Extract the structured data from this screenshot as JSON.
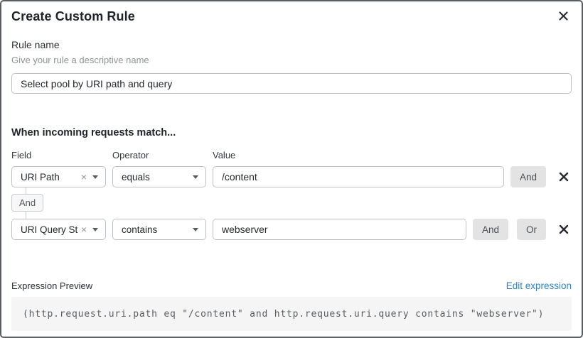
{
  "dialog": {
    "title": "Create Custom Rule"
  },
  "rule_name": {
    "label": "Rule name",
    "helper": "Give your rule a descriptive name",
    "value": "Select pool by URI path and query"
  },
  "match_section": {
    "heading": "When incoming requests match...",
    "column_labels": [
      "Field",
      "Operator",
      "Value"
    ],
    "connector_label": "And",
    "conditions": [
      {
        "field": "URI Path",
        "operator": "equals",
        "value": "/content",
        "buttons": [
          "And"
        ]
      },
      {
        "field": "URI Query St...",
        "operator": "contains",
        "value": "webserver",
        "buttons": [
          "And",
          "Or"
        ]
      }
    ]
  },
  "expression_preview": {
    "label": "Expression Preview",
    "edit_link": "Edit expression",
    "expression": "(http.request.uri.path eq \"/content\" and http.request.uri.query contains \"webserver\")"
  },
  "colors": {
    "accent_link": "#3083c4",
    "button_bg": "#e3e3e4",
    "code_bg": "#f5f5f5",
    "border": "#bfc2c5",
    "dialog_border": "#585d63"
  }
}
